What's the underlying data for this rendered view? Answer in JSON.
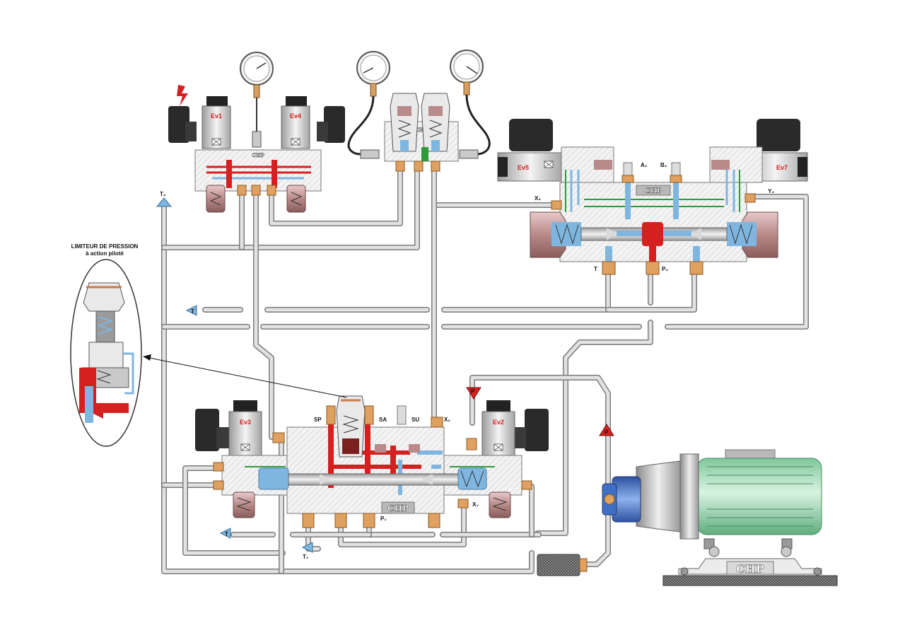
{
  "callout": {
    "title_line1": "LIMITEUR DE PRESSION",
    "title_line2": "à action piloté"
  },
  "solenoids": {
    "ev1": "Ev1",
    "ev4": "Ev4",
    "ev3": "Ev3",
    "ev2": "Ev2",
    "ev5": "Ev5",
    "ev7": "Ev7"
  },
  "ports": {
    "a2": "A₂",
    "b2": "B₂",
    "x2_right": "X₂",
    "y2": "Y₂",
    "t_right": "T",
    "p2": "P₂",
    "t2": "T₂",
    "t_mid": "T",
    "t_low": "T",
    "t1": "T₁",
    "sp": "SP",
    "sa": "SA",
    "su": "SU",
    "x2_main": "X₂",
    "x1": "X₁",
    "p1": "P₁",
    "p_pump_top": "P",
    "p_pump_line": "P"
  },
  "brand": {
    "main_block": "CHP",
    "right_block": "CHP",
    "left_top_block": "CHP",
    "mid_top_block": "CHP",
    "motor_base": "CHP"
  },
  "colors": {
    "pressure": "#d62020",
    "return": "#7fb6e0",
    "pilot": "#2e9a3a",
    "body": "#f2f2f2",
    "motor": "#9fd6b4",
    "pump": "#3f6fc4"
  }
}
